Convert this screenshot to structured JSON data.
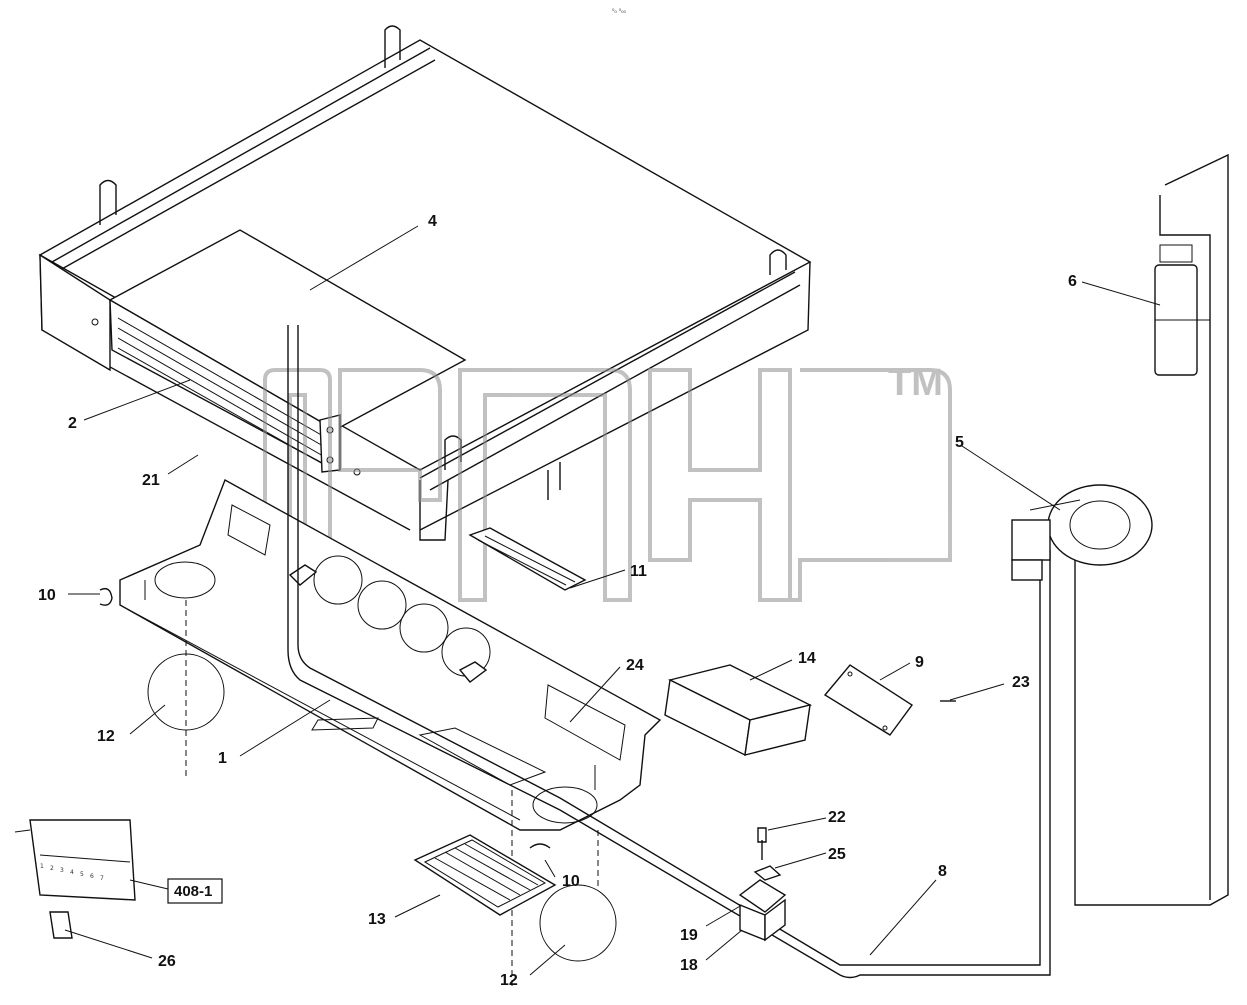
{
  "top_code": "⁰₀ ⁰₀₀",
  "watermark": {
    "tm": "TM",
    "color": "#8f8f8f"
  },
  "reference_box": "408-1",
  "callouts": {
    "c1": "1",
    "c2": "2",
    "c4": "4",
    "c5": "5",
    "c6": "6",
    "c8": "8",
    "c9": "9",
    "c10a": "10",
    "c10b": "10",
    "c11": "11",
    "c12a": "12",
    "c12b": "12",
    "c13": "13",
    "c14": "14",
    "c18": "18",
    "c19": "19",
    "c21": "21",
    "c22": "22",
    "c23": "23",
    "c24": "24",
    "c25": "25",
    "c26": "26"
  },
  "relay_pin_labels": [
    "1",
    "2",
    "3",
    "4",
    "5",
    "6",
    "7"
  ]
}
